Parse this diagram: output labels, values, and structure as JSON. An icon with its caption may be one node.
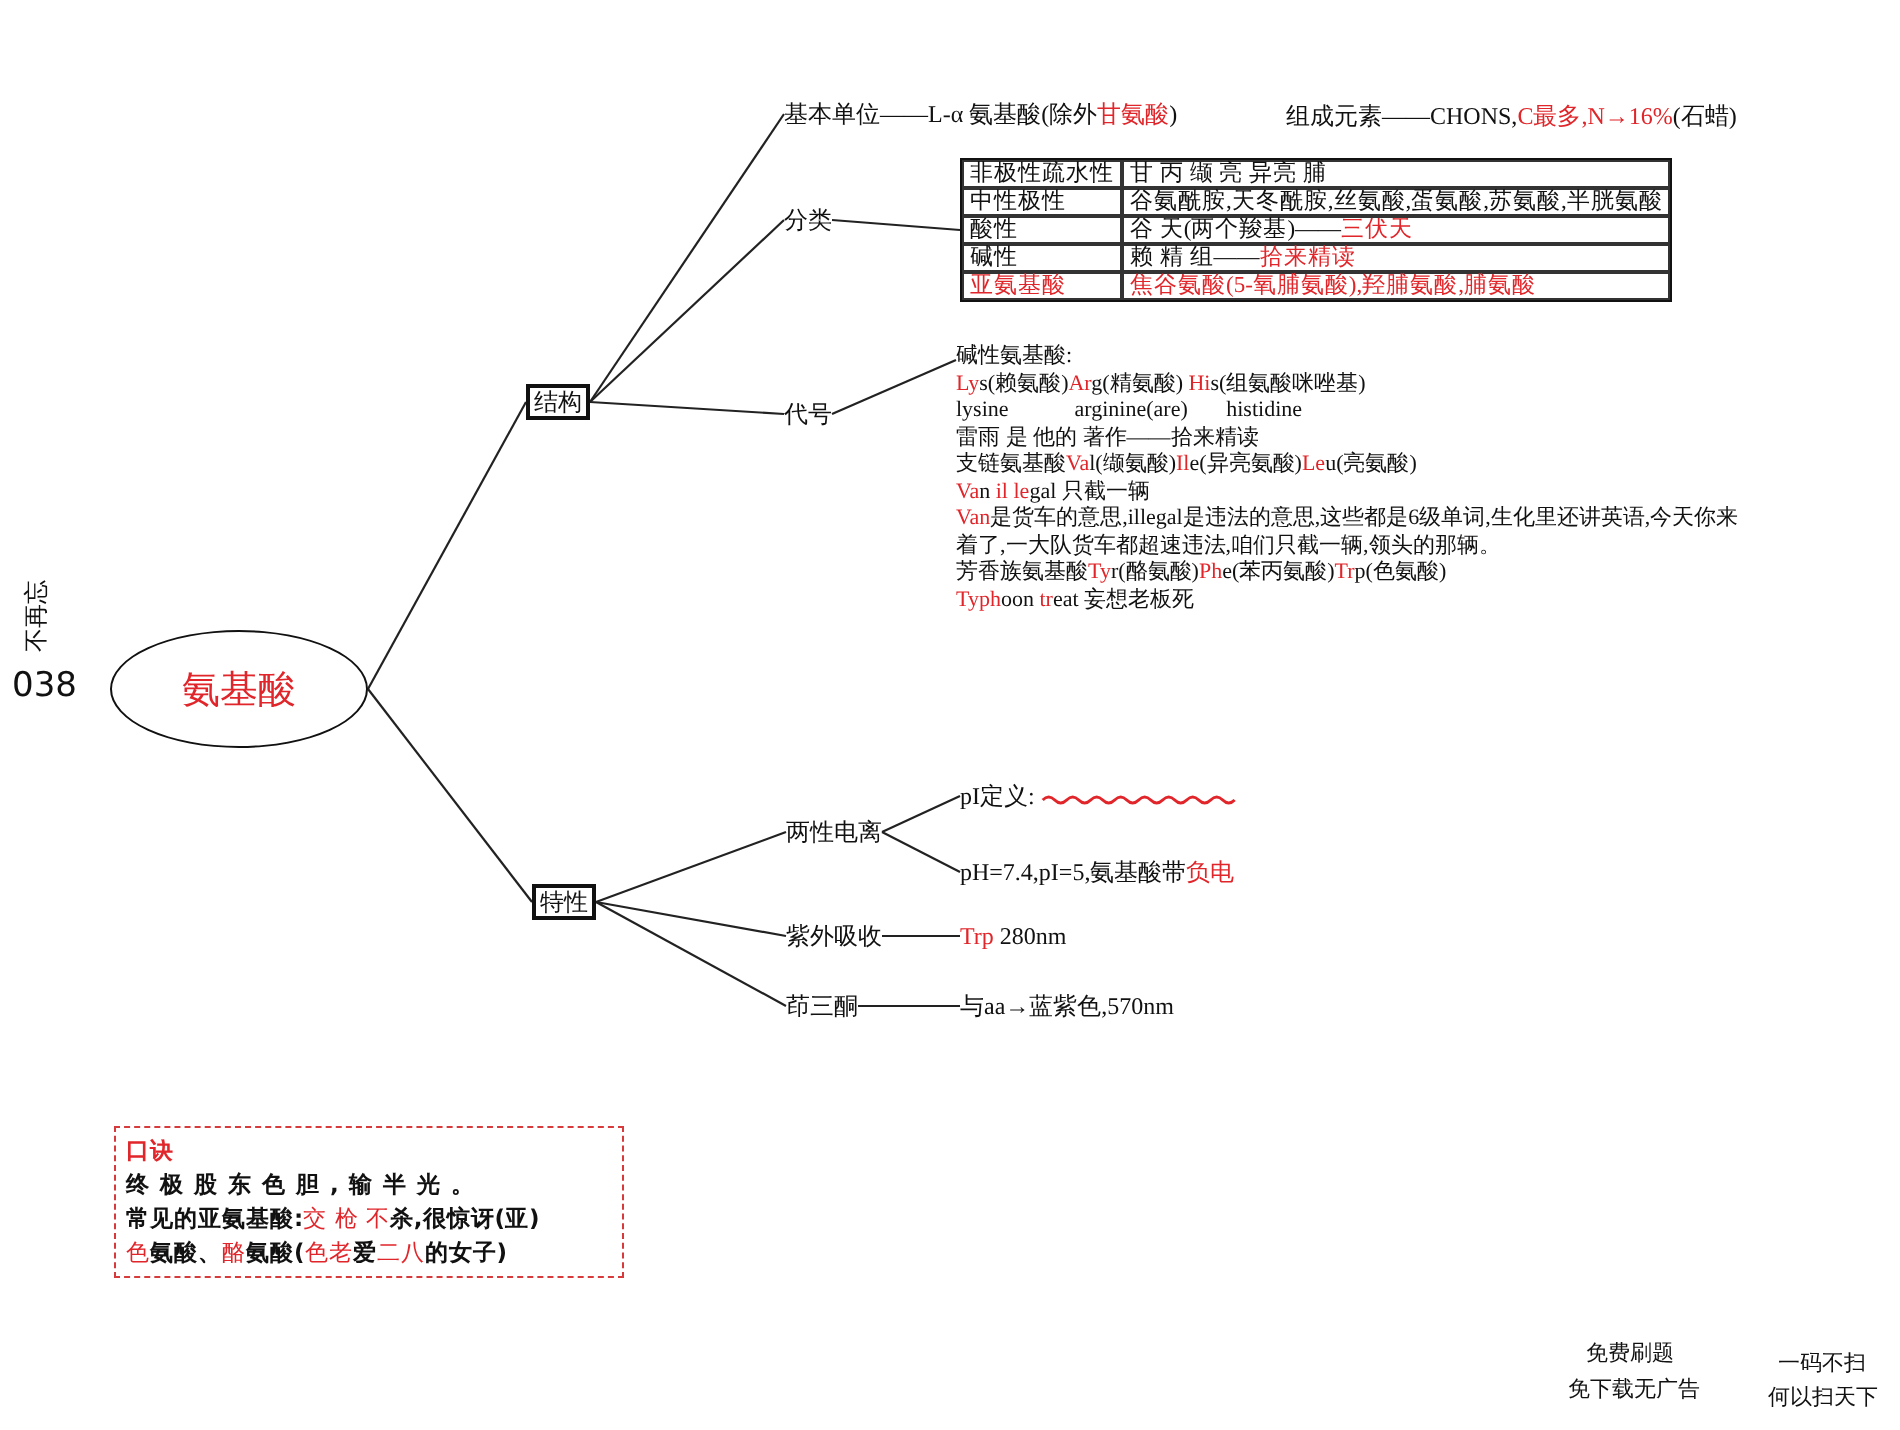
{
  "diagram": {
    "nodes": [
      {
        "text": [
          "氨基酸"
        ]
      },
      {
        "text": [
          "结构"
        ]
      },
      {
        "text": [
          "特性"
        ]
      },
      {
        "text": [
          "基本单位——L-α 氨基酸(除外**甘氨酸**)"
        ]
      },
      {
        "text": [
          "分类"
        ]
      },
      {
        "text": [
          "非极性疏水性",
          "甘 丙 缬 亮 异亮 脯",
          "中性极性",
          "谷氨酰胺,天冬酰胺,丝氨酸,蛋氨酸,苏氨酸,半胱氨酸",
          "酸性",
          "谷 天(两个羧基)——**三伏天**",
          "碱性",
          "赖 精 组——**拾来精读**",
          "**亚氨基酸**",
          "**焦谷氨酸(5-氧脯氨酸),羟脯氨酸,脯氨酸**"
        ]
      },
      {
        "text": [
          "代号"
        ]
      },
      {
        "text": [
          "碱性氨基酸:",
          "**Ly**s(赖氨酸)**Ar**g(精氨酸) **Hi**s(组氨酸咪唑基)",
          "lysine            arginine(are)       histidine",
          "雷雨              是                他的                              著作——拾来精读",
          "支链氨基酸**Va**l(缬氨酸)**Il**e(异亮氨酸)**Le**u(亮氨酸)",
          "                  **Va**n                **il**                **le**gal                        只截一辆",
          "**Van**是货车的意思,illegal是违法的意思,这些都是6级单词,生化里还讲英语,今天你来着了,一大队货车都超速违法,咱们只截一辆,领头的那辆。",
          "芳香族氨基酸**Ty**r(酪氨酸)**Ph**e(苯丙氨酸)**Tr**p(色氨酸)",
          "                      **Typh**oon                           **tr**eat                  妄想老板死"
        ]
      },
      {
        "text": [
          "两性电离"
        ]
      },
      {
        "text": [
          "pI定义:"
        ]
      },
      {
        "text": [
          "pH=7.4,pI=5,氨基酸带**负电**"
        ]
      },
      {
        "text": [
          "紫外吸收"
        ]
      },
      {
        "text": [
          "**Trp** 280nm"
        ]
      },
      {
        "text": [
          "茚三酮"
        ]
      },
      {
        "text": [
          "与aa→蓝紫色,570nm"
        ]
      },
      {
        "text": [
          "口诀",
          "终极股东色胆,输半光。",
          "常见的亚氨基酸:**交 枪 不**杀,很惊讶(亚)",
          "**色**氨酸、**酪**氨酸(**色老**爱**二八**的女子)"
        ]
      }
    ],
    "edges": [
      {
        "from": 0,
        "to": 1,
        "arrow": "none"
      },
      {
        "from": 0,
        "to": 2,
        "arrow": "none"
      },
      {
        "from": 1,
        "to": 3,
        "arrow": "none"
      },
      {
        "from": 1,
        "to": 4,
        "arrow": "none"
      },
      {
        "from": 4,
        "to": 5,
        "arrow": "none"
      },
      {
        "from": 1,
        "to": 6,
        "arrow": "none"
      },
      {
        "from": 6,
        "to": 7,
        "arrow": "none"
      },
      {
        "from": 2,
        "to": 8,
        "arrow": "none"
      },
      {
        "from": 8,
        "to": 9,
        "arrow": "none"
      },
      {
        "from": 8,
        "to": 10,
        "arrow": "none"
      },
      {
        "from": 2,
        "to": 11,
        "arrow": "none"
      },
      {
        "from": 11,
        "to": 12,
        "arrow": "none"
      },
      {
        "from": 2,
        "to": 13,
        "arrow": "none"
      },
      {
        "from": 13,
        "to": 14,
        "arrow": "none"
      }
    ],
    "labels": [
      "组成元素——CHONS,**C最多,N→16%**(石蜡)",
      "038",
      "不再忘",
      "免费刷题",
      "免下载无广告",
      "一码不扫",
      "何以扫天下"
    ]
  }
}
